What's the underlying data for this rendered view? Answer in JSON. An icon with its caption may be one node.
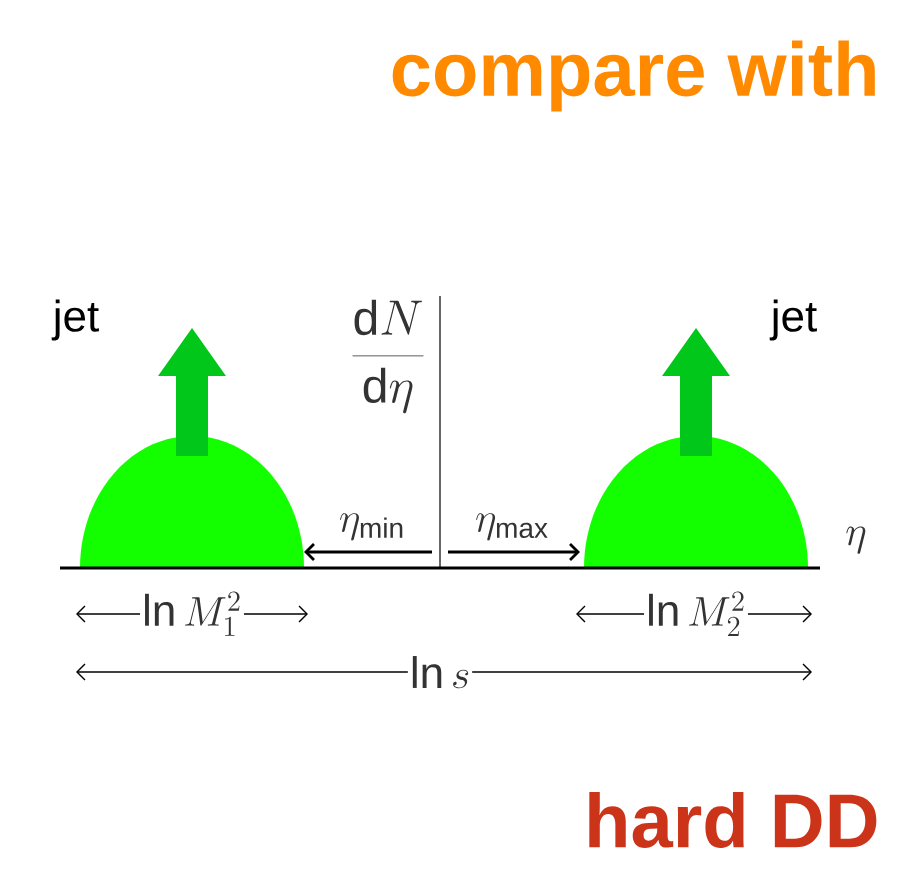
{
  "diagram": {
    "title": "compare with",
    "labels": [
      "jet",
      "jet",
      "\\frac{\\mathrm{d}N}{\\mathrm{d}\\eta}",
      "\\eta_{\\mathrm{min}}",
      "\\eta_{\\mathrm{max}}",
      "\\eta",
      "\\ln M_1^2",
      "\\ln M_2^2",
      "\\ln s",
      "hard DD"
    ]
  }
}
